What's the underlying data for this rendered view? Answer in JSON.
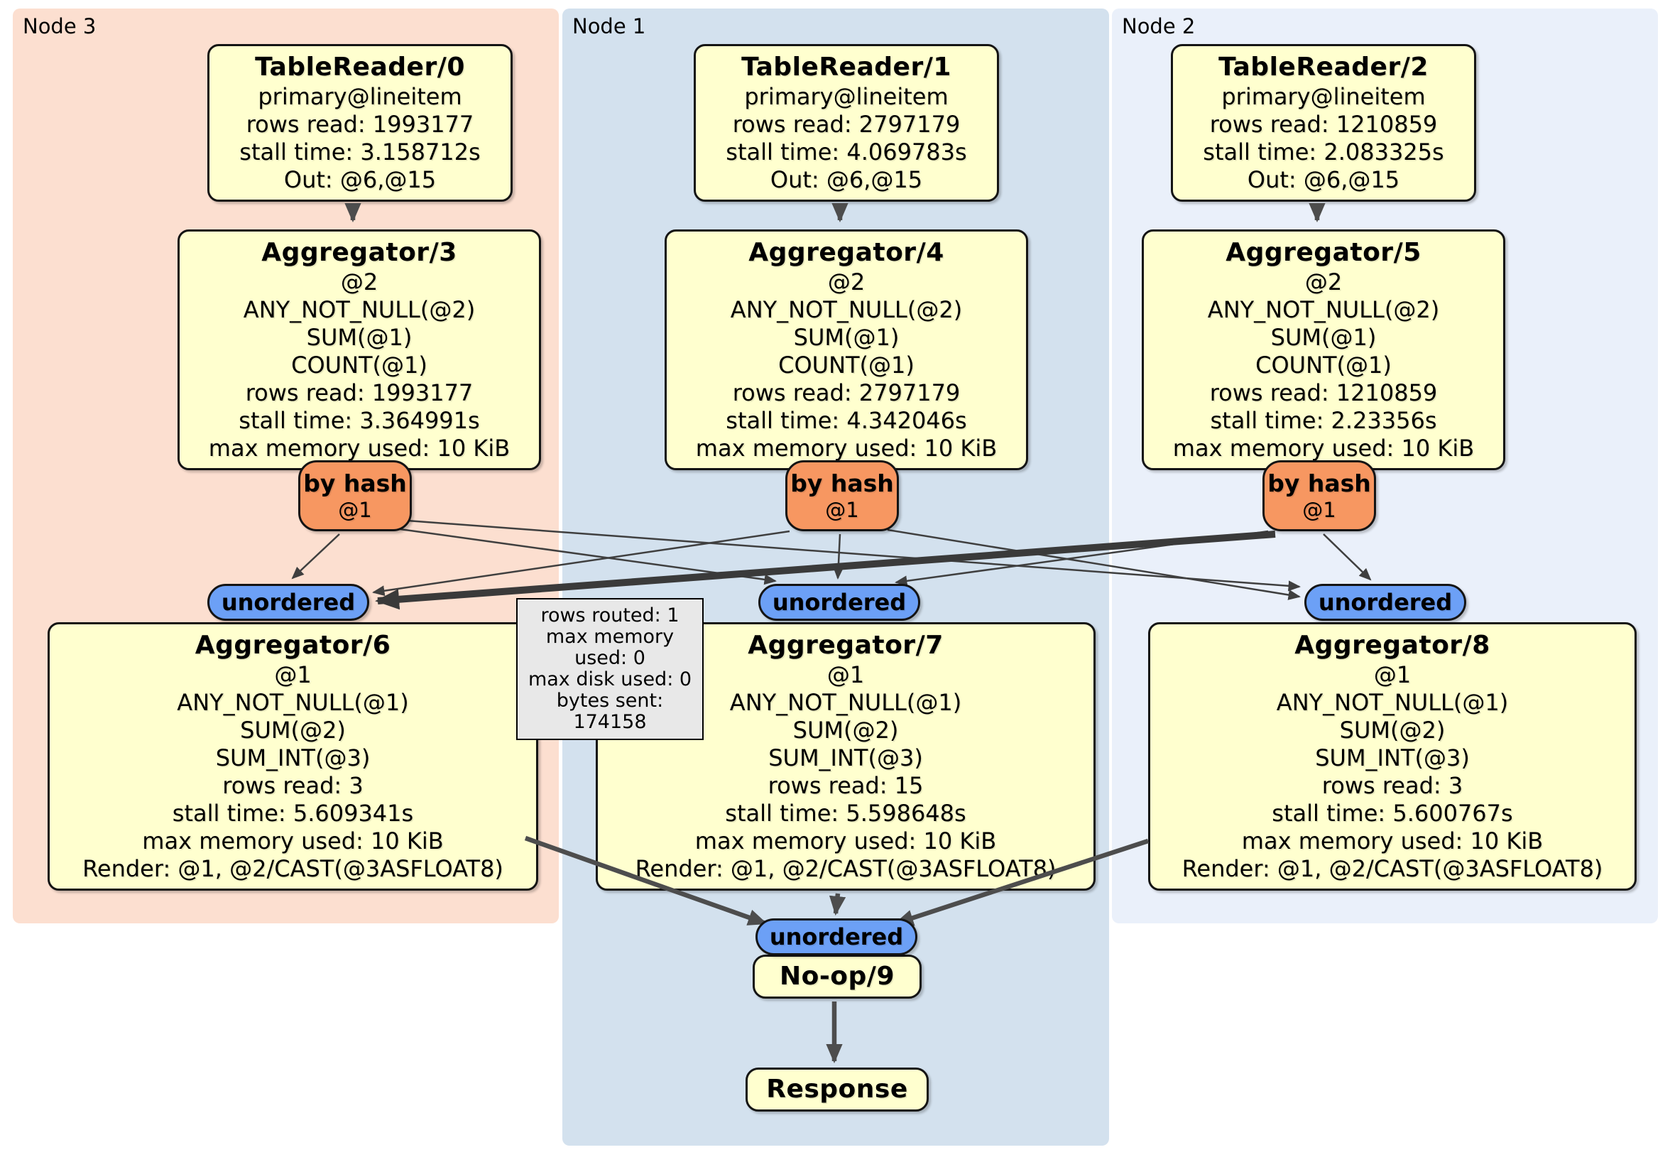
{
  "panels": [
    {
      "label": "Node 3"
    },
    {
      "label": "Node 1"
    },
    {
      "label": "Node 2"
    }
  ],
  "boxes": {
    "tr0": {
      "title": "TableReader/0",
      "lines": [
        "primary@lineitem",
        "rows read: 1993177",
        "stall time: 3.158712s",
        "Out: @6,@15"
      ]
    },
    "tr1": {
      "title": "TableReader/1",
      "lines": [
        "primary@lineitem",
        "rows read: 2797179",
        "stall time: 4.069783s",
        "Out: @6,@15"
      ]
    },
    "tr2": {
      "title": "TableReader/2",
      "lines": [
        "primary@lineitem",
        "rows read: 1210859",
        "stall time: 2.083325s",
        "Out: @6,@15"
      ]
    },
    "agg3": {
      "title": "Aggregator/3",
      "lines": [
        "@2",
        "ANY_NOT_NULL(@2)",
        "SUM(@1)",
        "COUNT(@1)",
        "rows read: 1993177",
        "stall time: 3.364991s",
        "max memory used: 10 KiB"
      ]
    },
    "agg4": {
      "title": "Aggregator/4",
      "lines": [
        "@2",
        "ANY_NOT_NULL(@2)",
        "SUM(@1)",
        "COUNT(@1)",
        "rows read: 2797179",
        "stall time: 4.342046s",
        "max memory used: 10 KiB"
      ]
    },
    "agg5": {
      "title": "Aggregator/5",
      "lines": [
        "@2",
        "ANY_NOT_NULL(@2)",
        "SUM(@1)",
        "COUNT(@1)",
        "rows read: 1210859",
        "stall time: 2.23356s",
        "max memory used: 10 KiB"
      ]
    },
    "agg6": {
      "title": "Aggregator/6",
      "lines": [
        "@1",
        "ANY_NOT_NULL(@1)",
        "SUM(@2)",
        "SUM_INT(@3)",
        "rows read: 3",
        "stall time: 5.609341s",
        "max memory used: 10 KiB",
        "Render: @1, @2/CAST(@3ASFLOAT8)"
      ]
    },
    "agg7": {
      "title": "Aggregator/7",
      "lines": [
        "@1",
        "ANY_NOT_NULL(@1)",
        "SUM(@2)",
        "SUM_INT(@3)",
        "rows read: 15",
        "stall time: 5.598648s",
        "max memory used: 10 KiB",
        "Render: @1, @2/CAST(@3ASFLOAT8)"
      ]
    },
    "agg8": {
      "title": "Aggregator/8",
      "lines": [
        "@1",
        "ANY_NOT_NULL(@1)",
        "SUM(@2)",
        "SUM_INT(@3)",
        "rows read: 3",
        "stall time: 5.600767s",
        "max memory used: 10 KiB",
        "Render: @1, @2/CAST(@3ASFLOAT8)"
      ]
    },
    "noop9": {
      "title": "No-op/9"
    },
    "response": {
      "title": "Response"
    }
  },
  "routers": {
    "hash_label": "by hash",
    "hash_sub": "@1",
    "unordered_label": "unordered"
  },
  "tooltip": {
    "lines": [
      "rows routed: 1",
      "max memory used: 0",
      "max disk used: 0",
      "bytes sent: 174158"
    ]
  },
  "colors": {
    "panel_node3": "#fcdfd0",
    "panel_node1": "#d3e1ee",
    "panel_node2": "#eaf0fa",
    "box_fill": "#ffffcf",
    "hash_router_fill": "#f79761",
    "unordered_router_fill": "#6ca0f6",
    "edge": "#444444",
    "tooltip_fill": "#e8e8e8"
  }
}
